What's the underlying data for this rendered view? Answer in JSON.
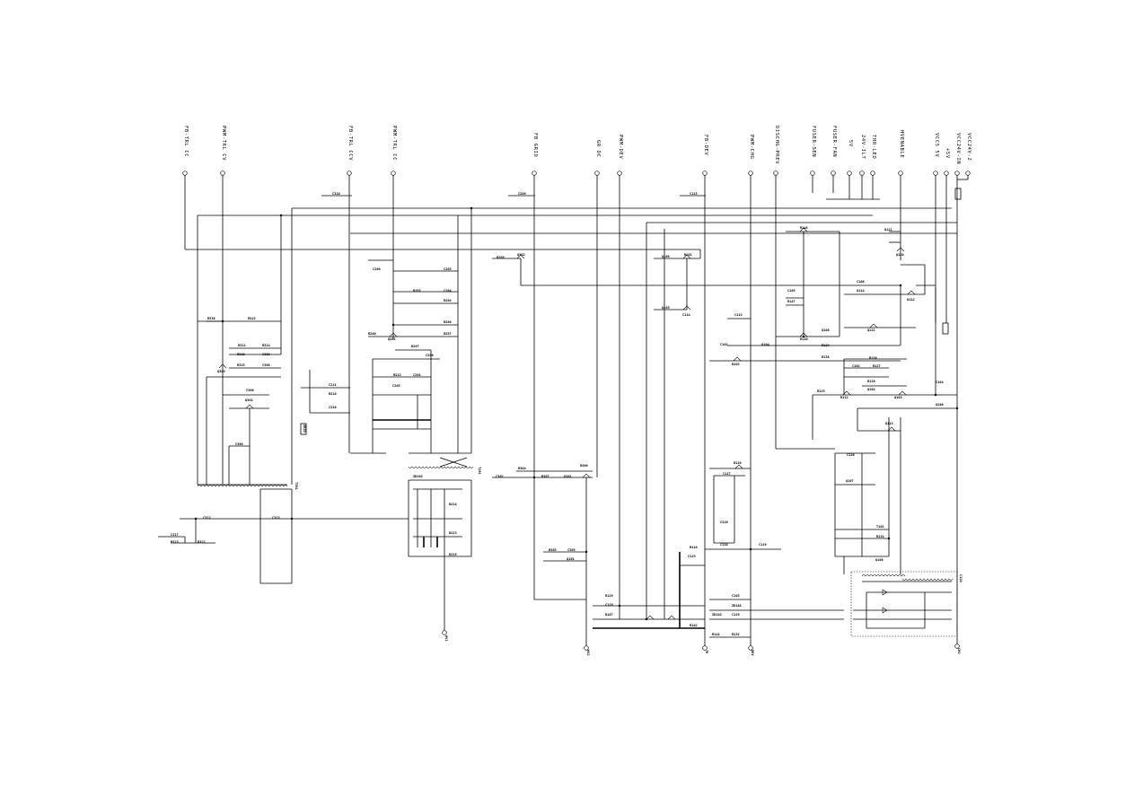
{
  "signals": [
    {
      "id": "s1",
      "text": "FB-TRL CC"
    },
    {
      "id": "s2",
      "text": "PWM-TRL CV"
    },
    {
      "id": "s3",
      "text": "FB-TRL CCV"
    },
    {
      "id": "s4",
      "text": "PWM-TRL CC"
    },
    {
      "id": "s5",
      "text": "FB GRID"
    },
    {
      "id": "s6",
      "text": "GR DC"
    },
    {
      "id": "s7",
      "text": "PWM-DEV"
    },
    {
      "id": "s8",
      "text": "FB-DEV"
    },
    {
      "id": "s9",
      "text": "PWM-CHG"
    },
    {
      "id": "s10",
      "text": "DISCHG-PREV"
    },
    {
      "id": "s11",
      "text": "FUSER-SEN"
    },
    {
      "id": "s12",
      "text": "FUSER-FAN"
    },
    {
      "id": "s13",
      "text": "5V"
    },
    {
      "id": "s14",
      "text": "24V-ILT"
    },
    {
      "id": "s15",
      "text": "THR-LED"
    },
    {
      "id": "s16",
      "text": "HVENABLE"
    },
    {
      "id": "s17",
      "text": "VCC5 5V"
    },
    {
      "id": "s18",
      "text": "+5V"
    },
    {
      "id": "s19",
      "text": "VCC24V-IN"
    },
    {
      "id": "s20",
      "text": "VCC24V-2"
    }
  ],
  "parts": [
    {
      "id": "p1",
      "text": "C310"
    },
    {
      "id": "p2",
      "text": "C209"
    },
    {
      "id": "p3",
      "text": "C115"
    },
    {
      "id": "p4",
      "text": "R338"
    },
    {
      "id": "p5",
      "text": "R315"
    },
    {
      "id": "p6",
      "text": "R314"
    },
    {
      "id": "p7",
      "text": "C309"
    },
    {
      "id": "p8",
      "text": "R311"
    },
    {
      "id": "p9",
      "text": "R316"
    },
    {
      "id": "p10",
      "text": "R315"
    },
    {
      "id": "p11",
      "text": "C308"
    },
    {
      "id": "p12",
      "text": "Q303"
    },
    {
      "id": "p13",
      "text": "C306"
    },
    {
      "id": "p14",
      "text": "Q301"
    },
    {
      "id": "p15",
      "text": "C308"
    },
    {
      "id": "p16",
      "text": "T301"
    },
    {
      "id": "p17",
      "text": "C313"
    },
    {
      "id": "p18",
      "text": "C312"
    },
    {
      "id": "p19",
      "text": "C317"
    },
    {
      "id": "p20",
      "text": "R323"
    },
    {
      "id": "p21",
      "text": "R322"
    },
    {
      "id": "p22",
      "text": "C208"
    },
    {
      "id": "p23",
      "text": "R203"
    },
    {
      "id": "p24",
      "text": "C203"
    },
    {
      "id": "p25",
      "text": "C204"
    },
    {
      "id": "p26",
      "text": "R204"
    },
    {
      "id": "p27",
      "text": "R208"
    },
    {
      "id": "p28",
      "text": "Q202"
    },
    {
      "id": "p29",
      "text": "R206"
    },
    {
      "id": "p30",
      "text": "R207"
    },
    {
      "id": "p31",
      "text": "D207"
    },
    {
      "id": "p32",
      "text": "C206"
    },
    {
      "id": "p33",
      "text": "R213"
    },
    {
      "id": "p34",
      "text": "C205"
    },
    {
      "id": "p35",
      "text": "C201"
    },
    {
      "id": "p36",
      "text": "C211"
    },
    {
      "id": "p37",
      "text": "R210"
    },
    {
      "id": "p38",
      "text": "C210"
    },
    {
      "id": "p39",
      "text": "T201"
    },
    {
      "id": "p40",
      "text": "ZD202"
    },
    {
      "id": "p41",
      "text": "D214"
    },
    {
      "id": "p42",
      "text": "D213"
    },
    {
      "id": "p43",
      "text": "D215"
    },
    {
      "id": "p44",
      "text": "R209"
    },
    {
      "id": "p45",
      "text": "Q302"
    },
    {
      "id": "p46",
      "text": "R304"
    },
    {
      "id": "p47",
      "text": "C302"
    },
    {
      "id": "p48",
      "text": "R307"
    },
    {
      "id": "p49",
      "text": "Q301"
    },
    {
      "id": "p50",
      "text": "R306"
    },
    {
      "id": "p51",
      "text": "R305"
    },
    {
      "id": "p52",
      "text": "C305"
    },
    {
      "id": "p53",
      "text": "Q101"
    },
    {
      "id": "p54",
      "text": "R101"
    },
    {
      "id": "p55",
      "text": "Q109"
    },
    {
      "id": "p56",
      "text": "Q105"
    },
    {
      "id": "p57",
      "text": "C114"
    },
    {
      "id": "p58",
      "text": "C113"
    },
    {
      "id": "p59",
      "text": "C101"
    },
    {
      "id": "p60",
      "text": "Q104"
    },
    {
      "id": "p61",
      "text": "R103"
    },
    {
      "id": "p62",
      "text": "C105"
    },
    {
      "id": "p63",
      "text": "R147"
    },
    {
      "id": "p64",
      "text": "Q108"
    },
    {
      "id": "p65",
      "text": "R120"
    },
    {
      "id": "p66",
      "text": "R124"
    },
    {
      "id": "p67",
      "text": "C102"
    },
    {
      "id": "p68",
      "text": "R127"
    },
    {
      "id": "p69",
      "text": "R126"
    },
    {
      "id": "p70",
      "text": "Q102"
    },
    {
      "id": "p71",
      "text": "Q103"
    },
    {
      "id": "p72",
      "text": "R112"
    },
    {
      "id": "p73",
      "text": "C104"
    },
    {
      "id": "p74",
      "text": "Q106"
    },
    {
      "id": "p75",
      "text": "Q113"
    },
    {
      "id": "p76",
      "text": "Q111"
    },
    {
      "id": "p77",
      "text": "Q110"
    },
    {
      "id": "p78",
      "text": "Q112"
    },
    {
      "id": "p79",
      "text": "C106"
    },
    {
      "id": "p80",
      "text": "Q121"
    },
    {
      "id": "p81",
      "text": "R128"
    },
    {
      "id": "p82",
      "text": "C117"
    },
    {
      "id": "p83",
      "text": "C116"
    },
    {
      "id": "p84",
      "text": "C118"
    },
    {
      "id": "p85",
      "text": "C119"
    },
    {
      "id": "p86",
      "text": "R116"
    },
    {
      "id": "p87",
      "text": "C125"
    },
    {
      "id": "p88",
      "text": "R129"
    },
    {
      "id": "p89",
      "text": "C120"
    },
    {
      "id": "p90",
      "text": "D107"
    },
    {
      "id": "p91",
      "text": "C103"
    },
    {
      "id": "p92",
      "text": "ZD101"
    },
    {
      "id": "p93",
      "text": "ZD102"
    },
    {
      "id": "p94",
      "text": "C129"
    },
    {
      "id": "p95",
      "text": "R142"
    },
    {
      "id": "p96",
      "text": "R141"
    },
    {
      "id": "p97",
      "text": "R132"
    },
    {
      "id": "p98",
      "text": "C126"
    },
    {
      "id": "p99",
      "text": "Q107"
    },
    {
      "id": "p100",
      "text": "T101"
    },
    {
      "id": "p101",
      "text": "C128"
    },
    {
      "id": "p102",
      "text": "Q100"
    },
    {
      "id": "p103",
      "text": "R134"
    },
    {
      "id": "p104",
      "text": "R125"
    },
    {
      "id": "p105",
      "text": "R130"
    },
    {
      "id": "p106",
      "text": "R138"
    },
    {
      "id": "p107",
      "text": "Q114"
    },
    {
      "id": "p108",
      "text": "R148"
    }
  ],
  "terminals": [
    {
      "id": "t1",
      "text": "HV1"
    },
    {
      "id": "t2",
      "text": "HV2"
    },
    {
      "id": "t3",
      "text": "TR"
    },
    {
      "id": "t4",
      "text": "DEV"
    },
    {
      "id": "t5",
      "text": "CHG"
    },
    {
      "id": "t6",
      "text": "GRID"
    }
  ]
}
